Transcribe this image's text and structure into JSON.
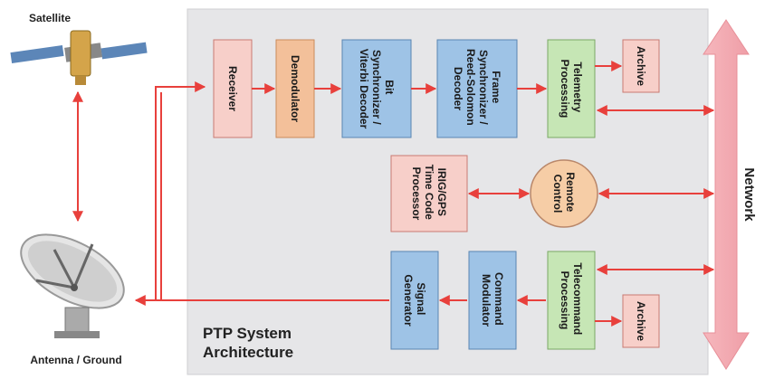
{
  "labels": {
    "satellite": "Satellite",
    "antenna": "Antenna / Ground",
    "system_title_line1": "PTP System",
    "system_title_line2": "Architecture",
    "network": "Network"
  },
  "blocks": {
    "receiver": [
      "Receiver"
    ],
    "demodulator": [
      "Demodulator"
    ],
    "bit_sync": [
      "Bit",
      "Synchronizer /",
      "Viterbi Decoder"
    ],
    "frame_sync": [
      "Frame",
      "Synchronizer /",
      "Reed-Solomon",
      "Decoder"
    ],
    "telemetry": [
      "Telemetry",
      "Processing"
    ],
    "archive_top": [
      "Archive"
    ],
    "irig": [
      "IRIG/GPS",
      "Time Code",
      "Processor"
    ],
    "remote": [
      "Remote",
      "Control"
    ],
    "telecommand": [
      "Telecommand",
      "Processing"
    ],
    "archive_bottom": [
      "Archive"
    ],
    "command_mod": [
      "Command",
      "Modulator"
    ],
    "signal_gen": [
      "Signal",
      "Generator"
    ]
  },
  "colors": {
    "panel": "#e6e6e8",
    "red_block": "#f7cfc9",
    "orange_block": "#f3c09a",
    "blue_block": "#9ec3e6",
    "green_block": "#c6e6b5",
    "remote_circle": "#f6cda6",
    "arrow": "#e8403c",
    "network_bar": "#f2a9b0"
  }
}
